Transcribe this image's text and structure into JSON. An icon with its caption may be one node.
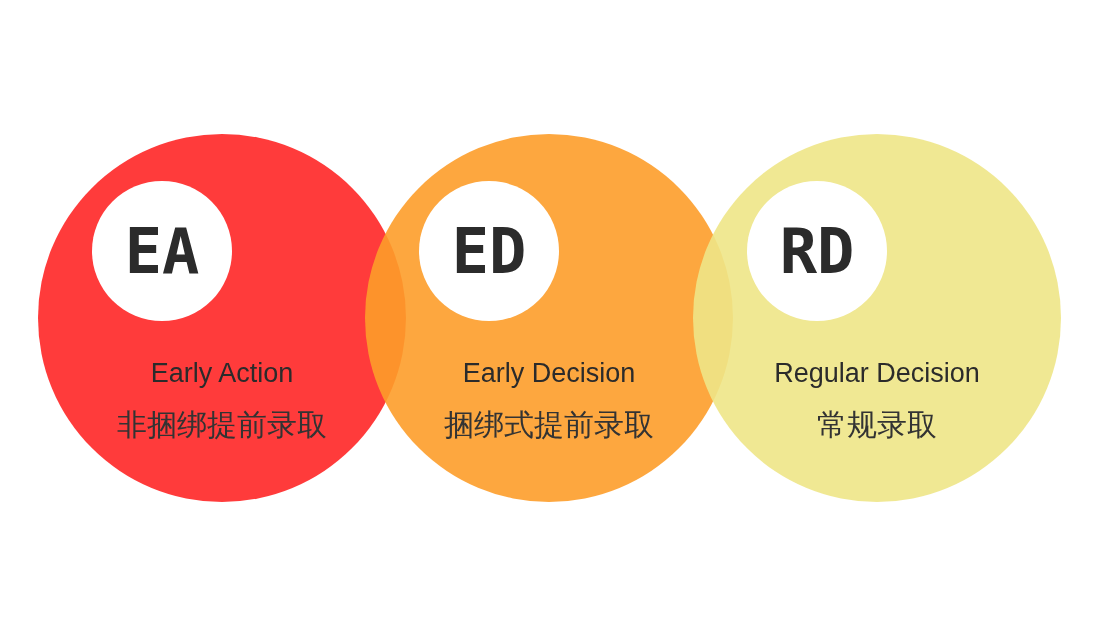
{
  "diagram": {
    "nodes": [
      {
        "text": [
          "Early Action",
          "非捆绑提前录取"
        ]
      },
      {
        "text": [
          "EA"
        ],
        "in": 0
      },
      {
        "text": [
          "Early Decision",
          "捆绑式提前录取"
        ]
      },
      {
        "text": [
          "ED"
        ],
        "in": 2
      },
      {
        "text": [
          "Regular Decision",
          "常规录取"
        ]
      },
      {
        "text": [
          "RD"
        ],
        "in": 4
      }
    ]
  }
}
